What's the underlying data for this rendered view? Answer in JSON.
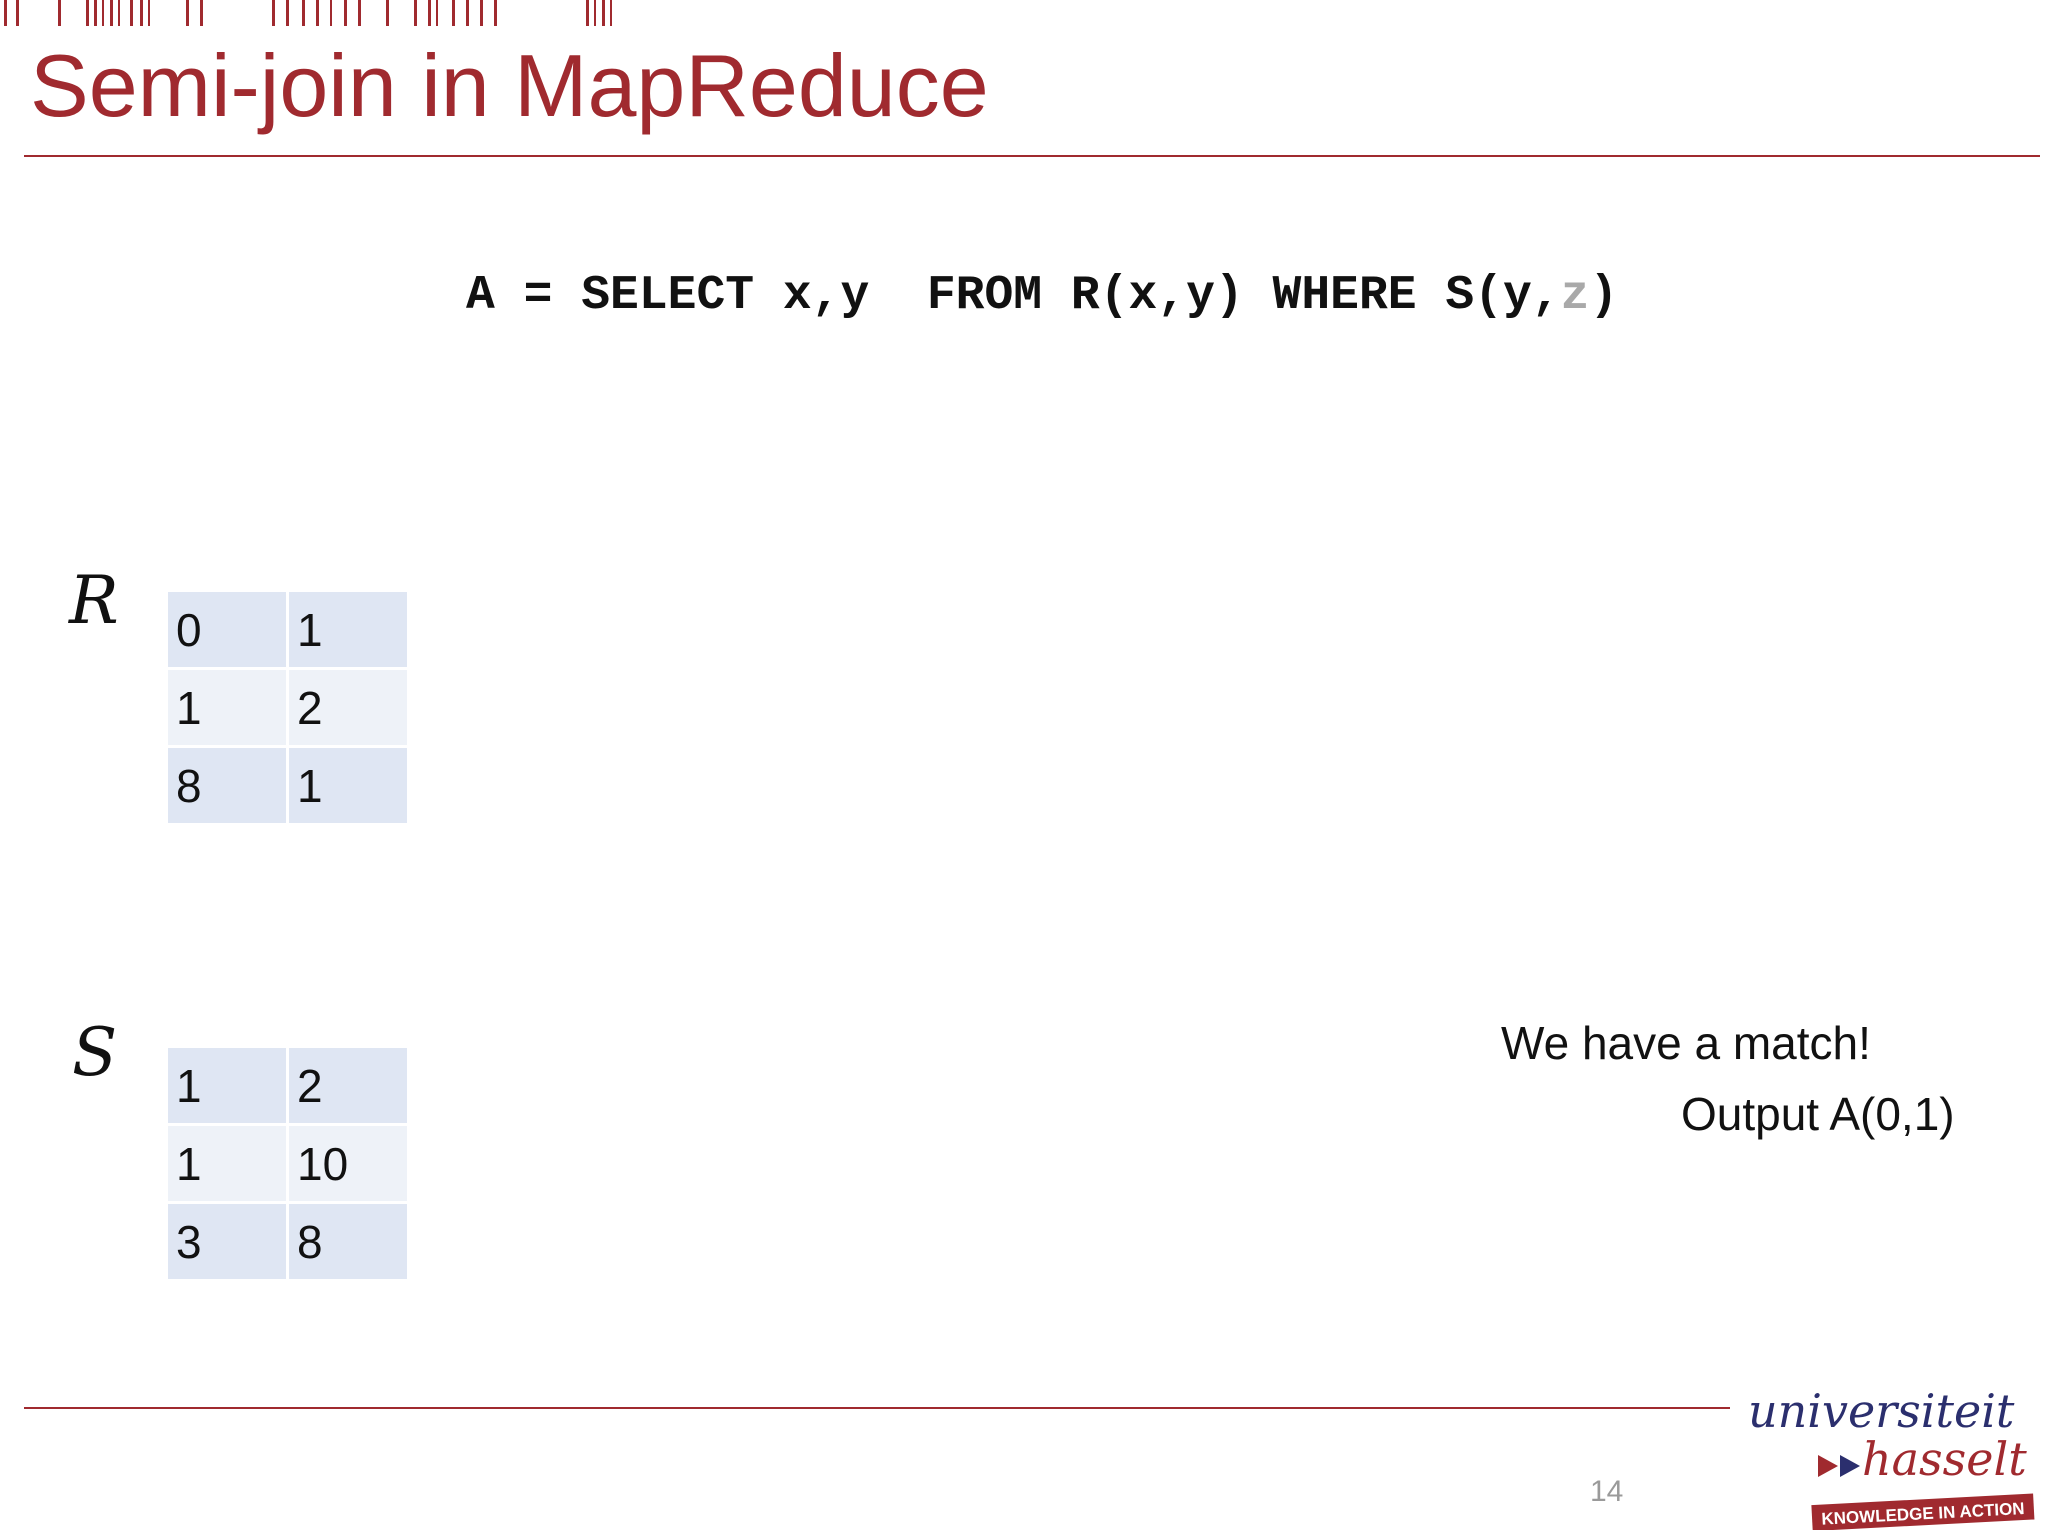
{
  "slide": {
    "title": "Semi-join in MapReduce",
    "page_number": "14"
  },
  "query": {
    "main": "A = SELECT x,y  FROM R(x,y) WHERE S(y,",
    "faded_var": "z",
    "close": ")"
  },
  "relations": {
    "r": {
      "label": "R",
      "rows": [
        [
          "0",
          "1"
        ],
        [
          "1",
          "2"
        ],
        [
          "8",
          "1"
        ]
      ]
    },
    "s": {
      "label": "S",
      "rows": [
        [
          "1",
          "2"
        ],
        [
          "1",
          "10"
        ],
        [
          "3",
          "8"
        ]
      ]
    }
  },
  "messages": {
    "match": "We have a match!",
    "output": "Output A(0,1)"
  },
  "logo": {
    "line1": "universiteit",
    "line2": "hasselt",
    "tagline": "KNOWLEDGE IN ACTION",
    "icon": "double-arrow-icon"
  },
  "colors": {
    "accent": "#a02a2f",
    "navy": "#2b2f6e",
    "cell_dark": "#dfe6f3",
    "cell_light": "#eef2f8"
  }
}
